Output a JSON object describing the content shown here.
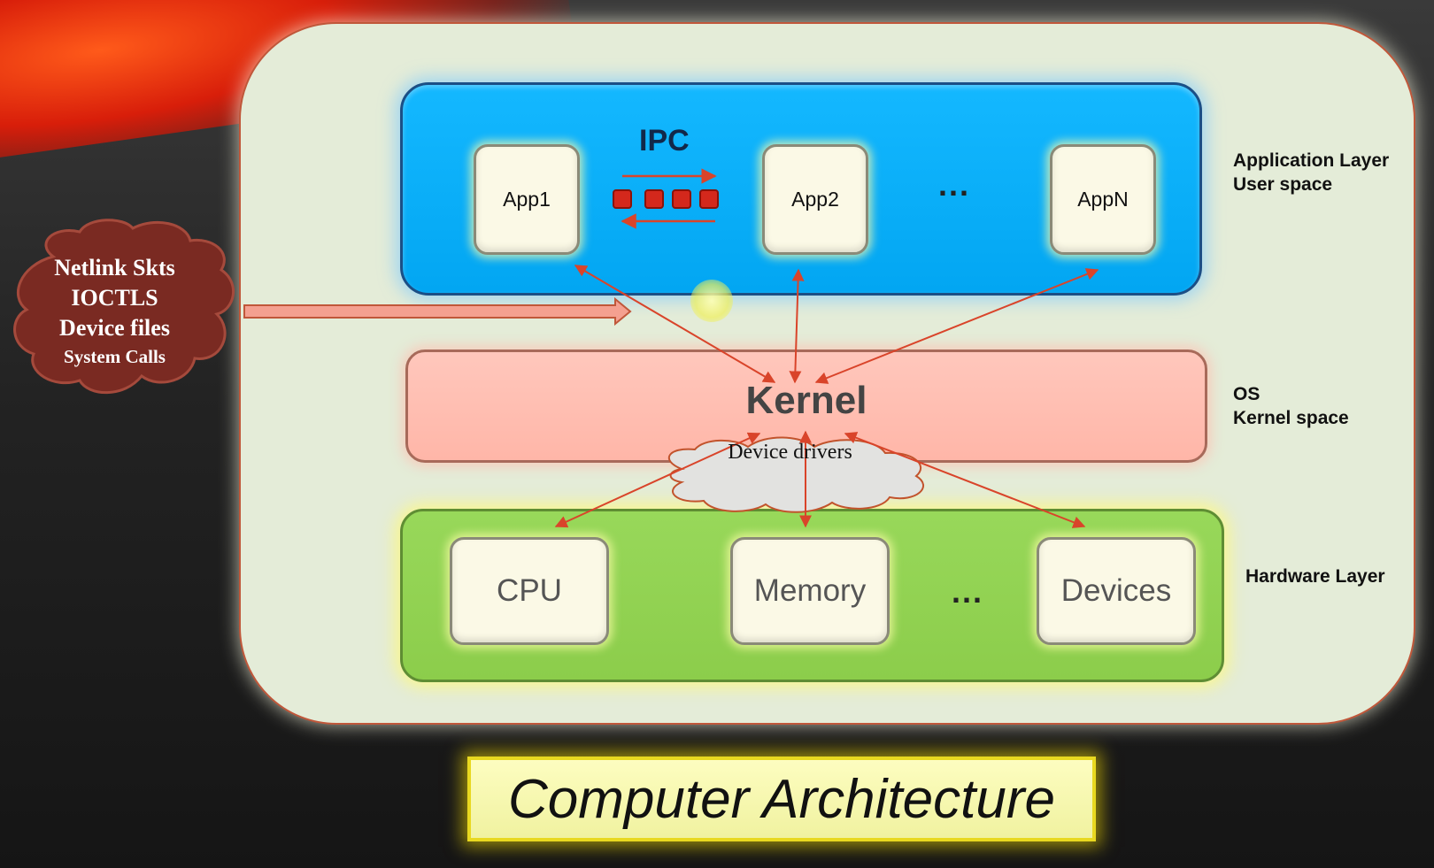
{
  "apps": {
    "ipc_label": "IPC",
    "app1": "App1",
    "app2": "App2",
    "ellipsis": "...",
    "appN": "AppN"
  },
  "side_labels": {
    "application": [
      "Application Layer",
      "User space"
    ],
    "os": [
      "OS",
      "Kernel space"
    ],
    "hardware": "Hardware Layer"
  },
  "kernel": {
    "label": "Kernel"
  },
  "device_drivers": "Device drivers",
  "hardware": {
    "cpu": "CPU",
    "memory": "Memory",
    "ellipsis": "...",
    "devices": "Devices"
  },
  "interfaces": [
    "Netlink Skts",
    "IOCTLS",
    "Device files",
    "System Calls"
  ],
  "title": "Computer Architecture",
  "colors": {
    "app_layer": "#02a6f2",
    "kernel_layer": "#ffb6a8",
    "hardware_layer": "#8ccd4b",
    "arrow": "#d9442a",
    "cloud": "#7a2a22"
  }
}
